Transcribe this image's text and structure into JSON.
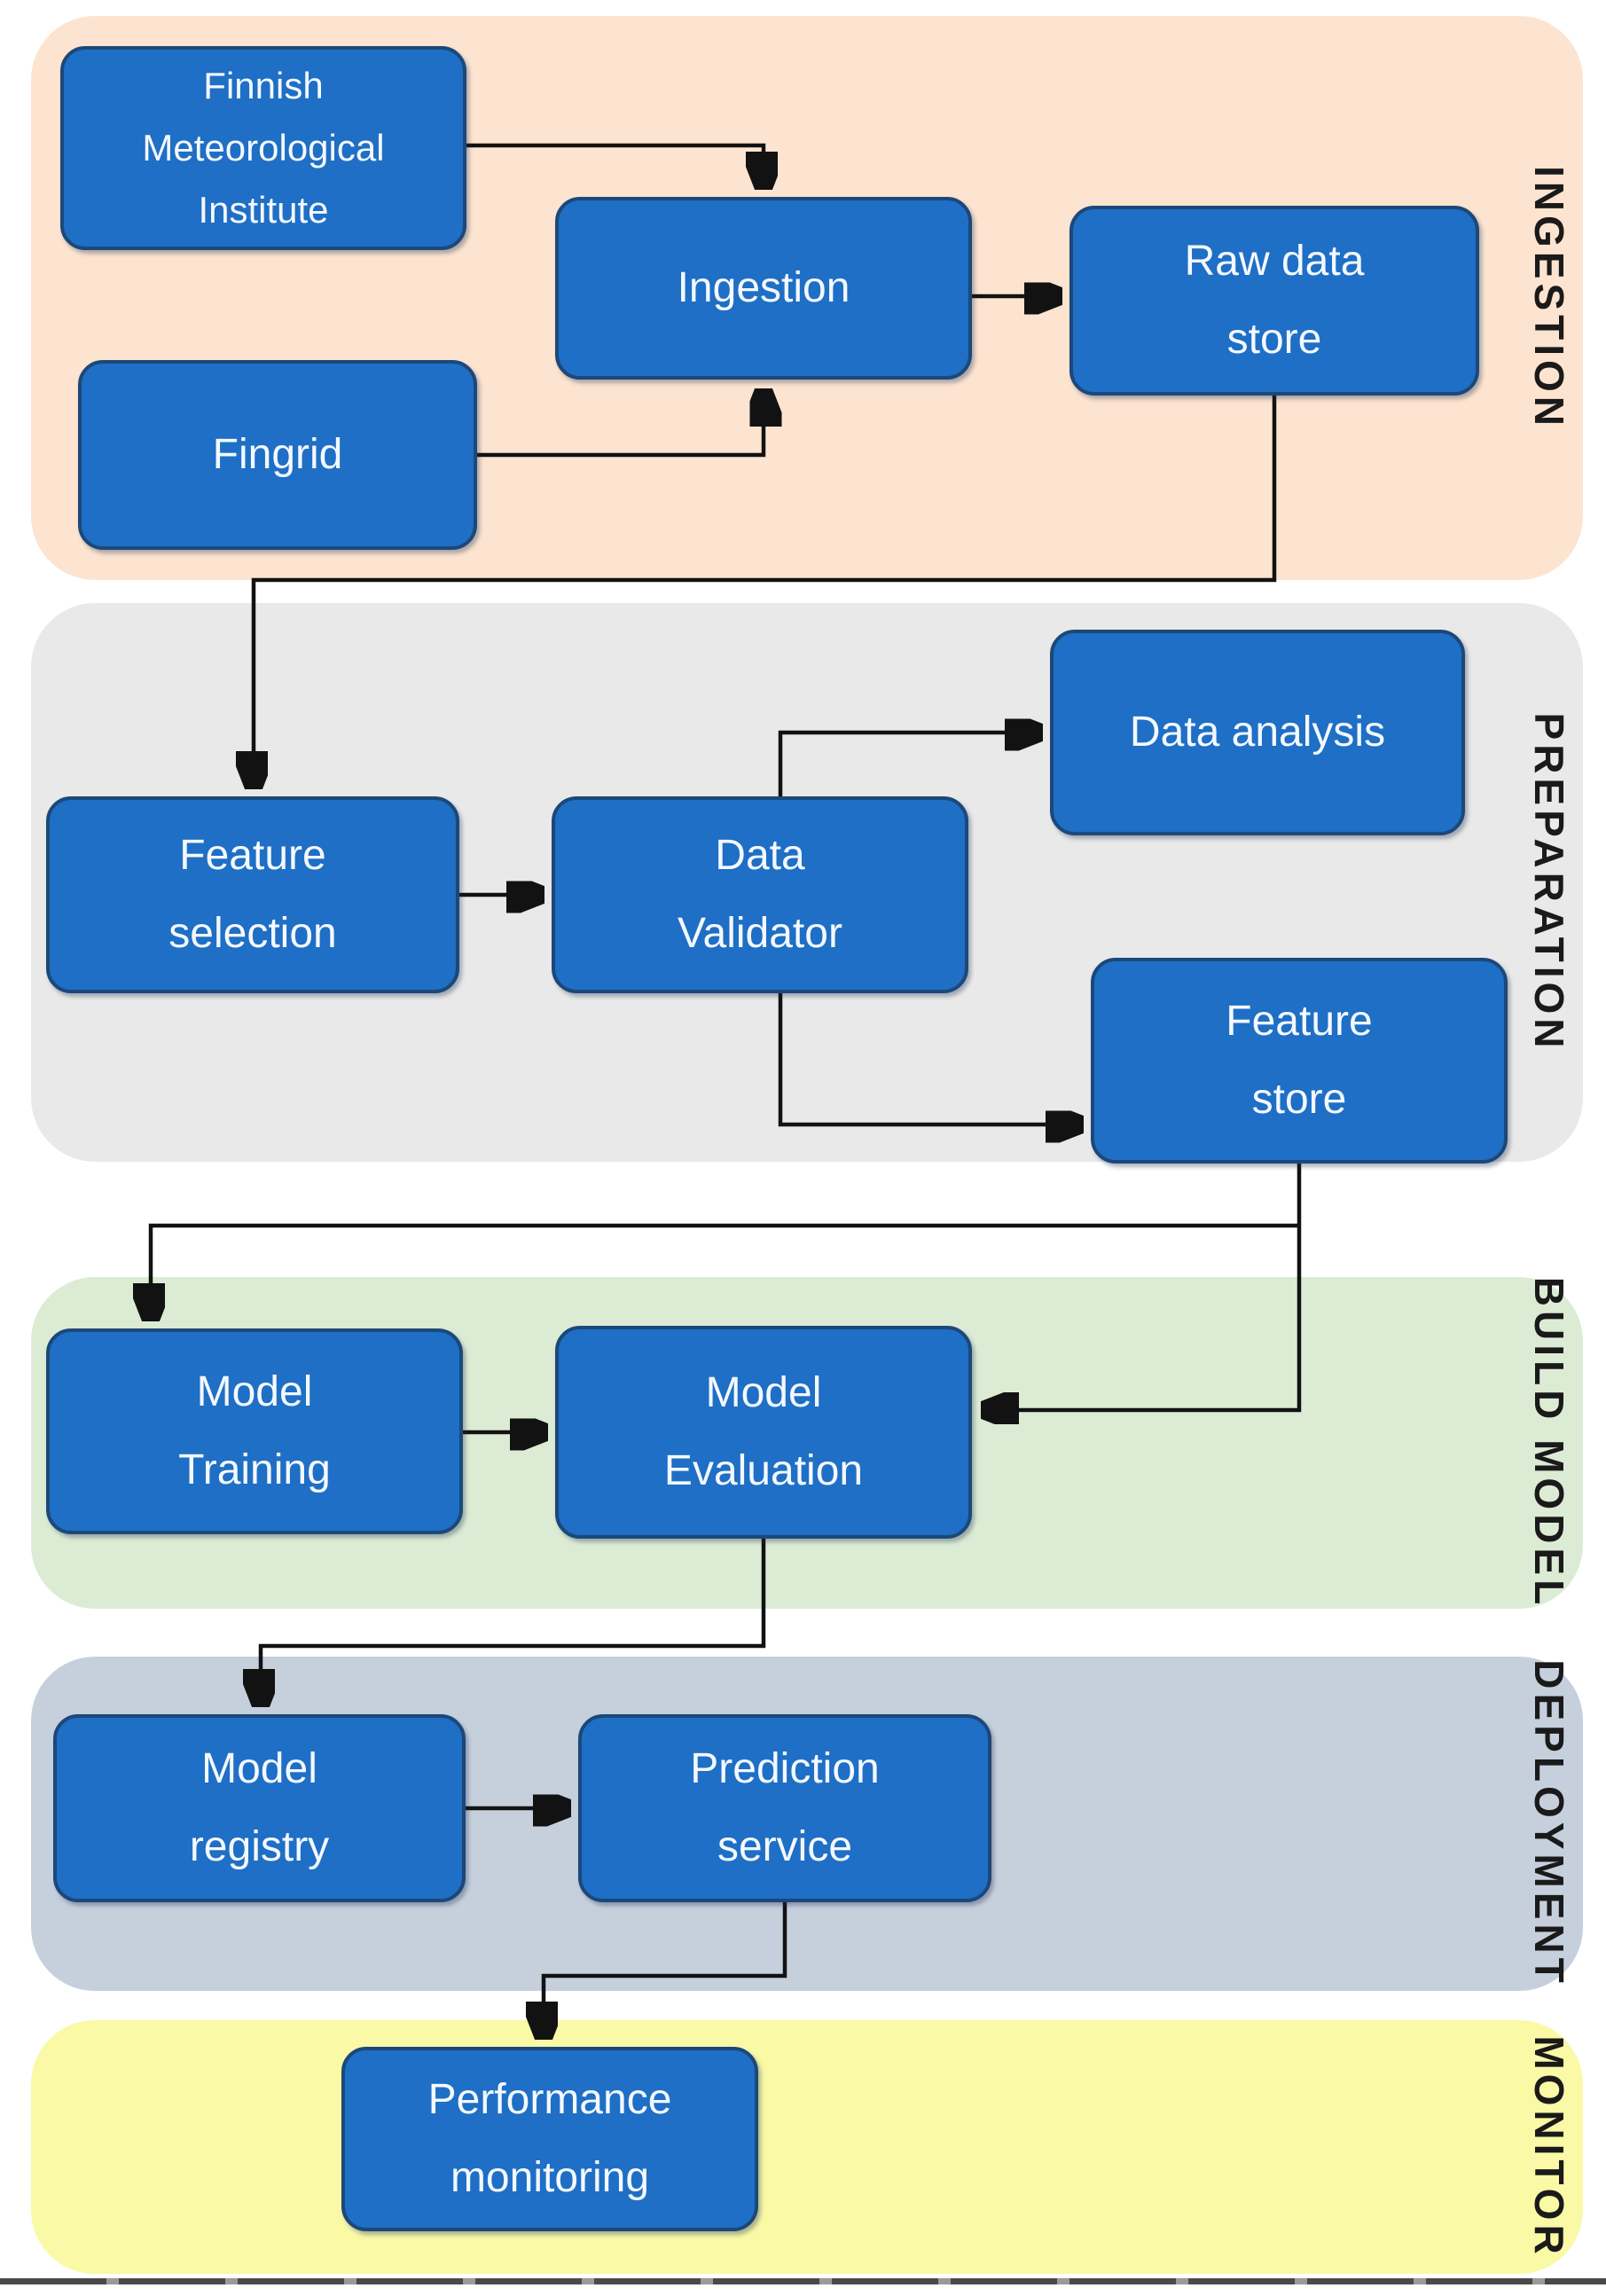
{
  "figure": {
    "type": "flowchart",
    "description": "Machine learning pipeline flow diagram with five stages"
  },
  "bands": [
    {
      "id": "ingestion",
      "label": "INGESTION",
      "color": "#fce4d0"
    },
    {
      "id": "preparation",
      "label": "PREPARATION",
      "color": "#e9e9e9"
    },
    {
      "id": "build_model",
      "label": "BUILD MODEL",
      "color": "#dcecd4"
    },
    {
      "id": "deployment",
      "label": "DEPLOYMENT",
      "color": "#c6d0dd"
    },
    {
      "id": "monitor",
      "label": "MONITOR",
      "color": "#f9f9a6"
    }
  ],
  "nodes": {
    "fmi": {
      "label": "Finnish\nMeteorological\nInstitute",
      "band": "INGESTION"
    },
    "fingrid": {
      "label": "Fingrid",
      "band": "INGESTION"
    },
    "ingestion": {
      "label": "Ingestion",
      "band": "INGESTION"
    },
    "raw_data_store": {
      "label": "Raw data\nstore",
      "band": "INGESTION"
    },
    "feature_selection": {
      "label": "Feature\nselection",
      "band": "PREPARATION"
    },
    "data_validator": {
      "label": "Data\nValidator",
      "band": "PREPARATION"
    },
    "data_analysis": {
      "label": "Data analysis",
      "band": "PREPARATION"
    },
    "feature_store": {
      "label": "Feature\nstore",
      "band": "PREPARATION"
    },
    "model_training": {
      "label": "Model\nTraining",
      "band": "BUILD MODEL"
    },
    "model_evaluation": {
      "label": "Model\nEvaluation",
      "band": "BUILD MODEL"
    },
    "model_registry": {
      "label": "Model\nregistry",
      "band": "DEPLOYMENT"
    },
    "prediction_service": {
      "label": "Prediction\nservice",
      "band": "DEPLOYMENT"
    },
    "performance_monitoring": {
      "label": "Performance\nmonitoring",
      "band": "MONITOR"
    }
  },
  "edges": [
    {
      "from": "fmi",
      "to": "ingestion"
    },
    {
      "from": "fingrid",
      "to": "ingestion"
    },
    {
      "from": "ingestion",
      "to": "raw_data_store"
    },
    {
      "from": "raw_data_store",
      "to": "feature_selection"
    },
    {
      "from": "feature_selection",
      "to": "data_validator"
    },
    {
      "from": "data_validator",
      "to": "data_analysis"
    },
    {
      "from": "data_validator",
      "to": "feature_store"
    },
    {
      "from": "feature_store",
      "to": "model_training"
    },
    {
      "from": "feature_store",
      "to": "model_evaluation"
    },
    {
      "from": "model_training",
      "to": "model_evaluation"
    },
    {
      "from": "model_evaluation",
      "to": "model_registry"
    },
    {
      "from": "model_registry",
      "to": "prediction_service"
    },
    {
      "from": "prediction_service",
      "to": "performance_monitoring"
    }
  ],
  "colors": {
    "node_fill": "#1e6fc5",
    "node_border": "#1c4879",
    "node_text": "#f4f8ff",
    "connector": "#121212",
    "band_label_text": "#1a1a1a",
    "background": "#ffffff",
    "page_edge_line": "#4a4a4a"
  }
}
